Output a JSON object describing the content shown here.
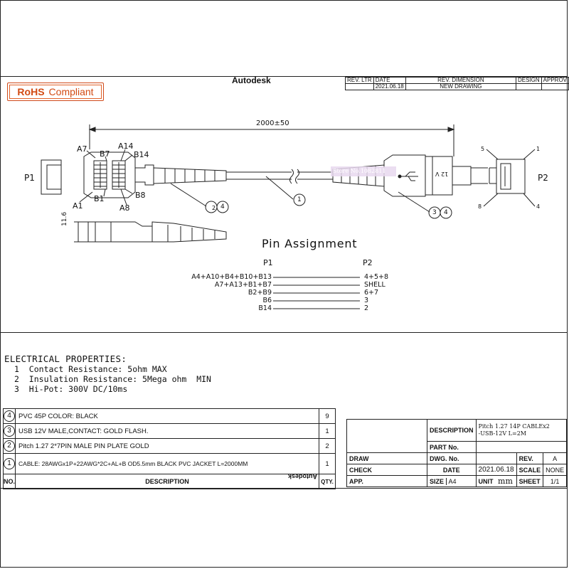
{
  "header": {
    "rohs_badge": {
      "label_a": "RoHS",
      "label_b": "Compliant"
    },
    "company": "Autodesk",
    "revision_table": {
      "headers": [
        "REV. LTR",
        "DATE",
        "REV. DIMENSION",
        "DESIGN",
        "APPROV"
      ],
      "row": [
        "",
        "2021.06.18",
        "NEW DRAWING",
        "",
        ""
      ]
    }
  },
  "drawing": {
    "dimension_length": "2000±50",
    "dimension_height": "11.6",
    "connector_p1": "P1",
    "connector_p2": "P2",
    "p1_pins": {
      "a7": "A7",
      "b7": "B7",
      "a14": "A14",
      "b14": "B14",
      "a1": "A1",
      "b1": "B1",
      "a8": "A8",
      "b8": "B8"
    },
    "p2_pins": {
      "p5": "5",
      "p1": "1",
      "p8": "8",
      "p4": "4"
    },
    "balloons": {
      "cable": "1",
      "p1_part_a": "2",
      "p1_part_b": "4",
      "p2_part_a": "3",
      "p2_part_b": "4"
    },
    "p2_marking": "12 V",
    "overlay_text": "Store No.1082811"
  },
  "pin_assignment": {
    "title": "Pin Assignment",
    "col_p1": "P1",
    "col_p2": "P2",
    "rows": [
      {
        "p1": "A4+A10+B4+B10+B13",
        "p2": "4+5+8"
      },
      {
        "p1": "A7+A13+B1+B7",
        "p2": "SHELL"
      },
      {
        "p1": "B2+B9",
        "p2": "6+7"
      },
      {
        "p1": "B6",
        "p2": "3"
      },
      {
        "p1": "B14",
        "p2": "2"
      }
    ]
  },
  "electrical": {
    "title": "ELECTRICAL PROPERTIES:",
    "items": [
      {
        "no": "1",
        "text": "Contact Resistance: 5ohm MAX"
      },
      {
        "no": "2",
        "text": "Insulation Resistance: 5Mega ohm  MIN"
      },
      {
        "no": "3",
        "text": "Hi-Pot: 300V DC/10ms"
      }
    ]
  },
  "bom": {
    "rows": [
      {
        "no": "4",
        "description": "PVC 45P COLOR: BLACK",
        "qty": "9"
      },
      {
        "no": "3",
        "description": "USB 12V MALE,CONTACT: GOLD FLASH.",
        "qty": "1"
      },
      {
        "no": "2",
        "description": "Pitch 1.27 2*7PIN MALE PIN PLATE GOLD",
        "qty": "2"
      },
      {
        "no": "1",
        "description": "CABLE: 28AWGx1P+22AWG*2C+AL+B OD5.5mm BLACK PVC JACKET L=2000MM",
        "qty": "1"
      }
    ],
    "footer": {
      "no": "NO.",
      "description": "DESCRIPTION",
      "qty": "QTY."
    },
    "mirrored_text": "Autodesk"
  },
  "title_block": {
    "description_label": "DESCRIPTION",
    "description_value_1": "Pitch 1.27 14P  CABLEx2",
    "description_value_2": "-USB-12V L=2M",
    "part_no_label": "PART No.",
    "draw_label": "DRAW",
    "dwg_no_label": "DWG. No.",
    "rev_label": "REV.",
    "rev_value": "A",
    "check_label": "CHECK",
    "date_label": "DATE",
    "date_value": "2021.06.18",
    "scale_label": "SCALE",
    "scale_value": "NONE",
    "app_label": "APP.",
    "size_label": "SIZE",
    "size_value": "A4",
    "unit_label": "UNIT",
    "unit_value": "mm",
    "sheet_label": "SHEET",
    "sheet_value": "1/1"
  }
}
